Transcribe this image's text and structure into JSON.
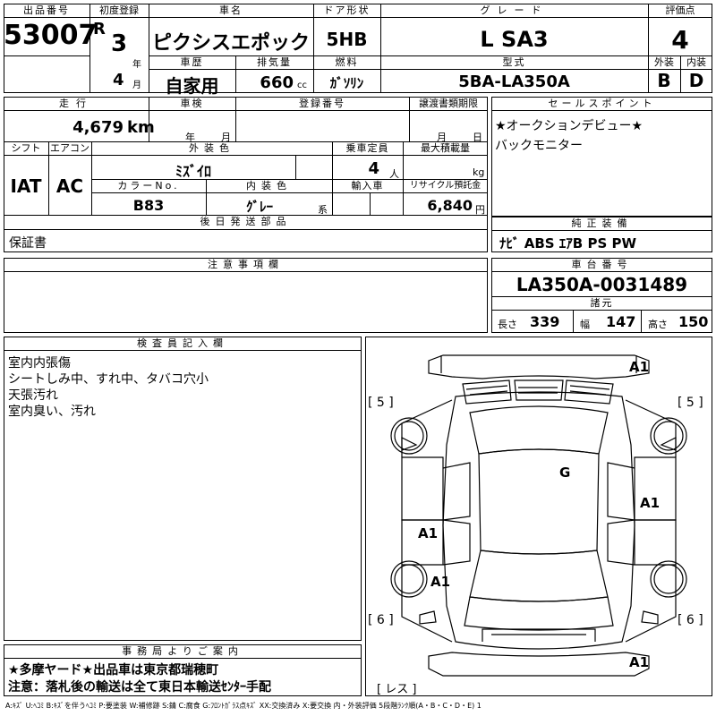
{
  "header": {
    "lot_label": "出品番号",
    "lot_no": "53007",
    "first_reg_label": "初度登録",
    "era": "R",
    "year": "3",
    "year_unit": "年",
    "month": "4",
    "month_unit": "月",
    "car_name_label": "車名",
    "car_name": "ピクシスエポック",
    "door_label": "ドア形状",
    "door": "5HB",
    "grade_label": "グレード",
    "grade": "L SA3",
    "score_label": "評価点",
    "score": "4",
    "history_label": "車歴",
    "history": "自家用",
    "disp_label": "排気量",
    "disp": "660",
    "disp_unit": "cc",
    "fuel_label": "燃料",
    "fuel": "ｶﾞｿﾘﾝ",
    "model_label": "型式",
    "model": "5BA-LA350A",
    "ext_label": "外装",
    "ext": "B",
    "int_label": "内装",
    "int": "D"
  },
  "row2": {
    "mileage_label": "走行",
    "mileage": "4,679",
    "mileage_unit": "km",
    "inspection_label": "車検",
    "insp_year_unit": "年",
    "insp_month_unit": "月",
    "reg_no_label": "登録番号",
    "transfer_label": "譲渡書類期限",
    "transfer_month_unit": "月",
    "transfer_day_unit": "日",
    "shift_label": "シフト",
    "shift": "IAT",
    "ac_label": "エアコン",
    "ac": "AC",
    "color_label": "外装色",
    "color": "ﾐｽﾞｲﾛ",
    "capacity_label": "乗車定員",
    "capacity": "4",
    "capacity_unit": "人",
    "load_label": "最大積載量",
    "load_unit": "kg",
    "color_no_label": "カラーNo.",
    "color_no": "B83",
    "int_color_label": "内装色",
    "int_color": "ｸﾞﾚｰ",
    "int_color_unit": "系",
    "import_label": "輸入車",
    "recycle_label": "リサイクル預託金",
    "recycle": "6,840",
    "recycle_unit": "円",
    "later_parts_label": "後日発送部品",
    "later_parts": "保証書"
  },
  "sales": {
    "label": "セールスポイント",
    "lines": [
      "★オークションデビュー★",
      "バックモニター"
    ]
  },
  "equipment": {
    "label": "純正装備",
    "value": "ﾅﾋﾞ ABS ｴｱB PS PW"
  },
  "notes": {
    "label": "注意事項欄"
  },
  "chassis": {
    "label": "車台番号",
    "value": "LA350A-0031489"
  },
  "dims": {
    "label": "諸元",
    "length_label": "長さ",
    "length": "339",
    "width_label": "幅",
    "width": "147",
    "height_label": "高さ",
    "height": "150"
  },
  "inspector": {
    "label": "検査員記入欄",
    "lines": [
      "室内内張傷",
      "シートしみ中、すれ中、タバコ穴小",
      "天張汚れ",
      "室内臭い、汚れ"
    ]
  },
  "office": {
    "label": "事務局よりご案内",
    "lines": [
      "★多摩ヤード★出品車は東京都瑞穂町",
      "注意：落札後の輸送は全て東日本輸送ｾﾝﾀｰ手配"
    ]
  },
  "diagram": {
    "marks": [
      "A1",
      "G",
      "A1",
      "A1",
      "A1",
      "A1"
    ],
    "tires": [
      "[ 5 ]",
      "[ 5 ]",
      "[ 6 ]",
      "[ 6 ]"
    ],
    "spare": "[ レス ]"
  },
  "legend": "A:ｷｽﾞ U:ﾍｺﾐ B:ｷｽﾞを伴うﾍｺﾐ P:要塗装 W:補修跡 S:錆 C:腐食 G:ﾌﾛﾝﾄｶﾞﾗｽ点ｷｽﾞ XX:交換済み X:要交換 内・外装評価 5段階ﾗﾝｸ順(A・B・C・D・E) 1"
}
